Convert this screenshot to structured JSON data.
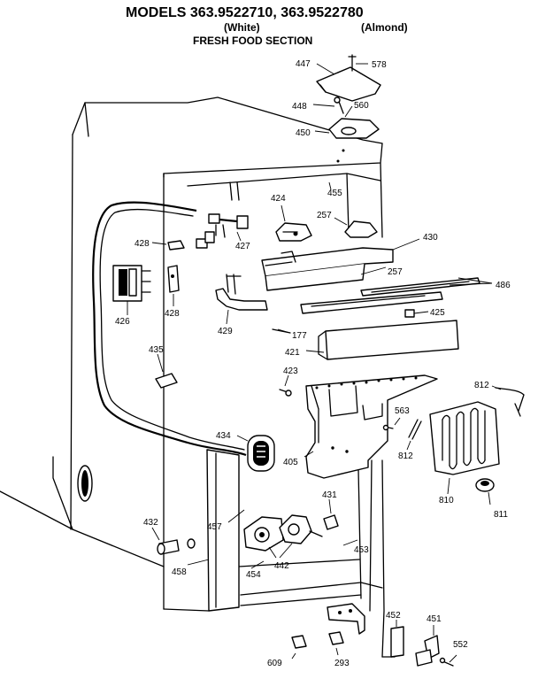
{
  "header": {
    "title": "MODELS 363.9522710, 363.9522780",
    "white": "(White)",
    "almond": "(Almond)",
    "section": "FRESH FOOD SECTION"
  },
  "parts": [
    {
      "id": "p578",
      "label": "578"
    },
    {
      "id": "p447",
      "label": "447"
    },
    {
      "id": "p448",
      "label": "448"
    },
    {
      "id": "p560",
      "label": "560"
    },
    {
      "id": "p450",
      "label": "450"
    },
    {
      "id": "p455",
      "label": "455"
    },
    {
      "id": "p424",
      "label": "424"
    },
    {
      "id": "p257a",
      "label": "257"
    },
    {
      "id": "p430",
      "label": "430"
    },
    {
      "id": "p428a",
      "label": "428"
    },
    {
      "id": "p427",
      "label": "427"
    },
    {
      "id": "p257b",
      "label": "257"
    },
    {
      "id": "p486",
      "label": "486"
    },
    {
      "id": "p426",
      "label": "426"
    },
    {
      "id": "p428b",
      "label": "428"
    },
    {
      "id": "p425",
      "label": "425"
    },
    {
      "id": "p429",
      "label": "429"
    },
    {
      "id": "p177",
      "label": "177"
    },
    {
      "id": "p421",
      "label": "421"
    },
    {
      "id": "p435",
      "label": "435"
    },
    {
      "id": "p423",
      "label": "423"
    },
    {
      "id": "p812a",
      "label": "812"
    },
    {
      "id": "p563",
      "label": "563"
    },
    {
      "id": "p434",
      "label": "434"
    },
    {
      "id": "p812b",
      "label": "812"
    },
    {
      "id": "p405",
      "label": "405"
    },
    {
      "id": "p810",
      "label": "810"
    },
    {
      "id": "p811",
      "label": "811"
    },
    {
      "id": "p431",
      "label": "431"
    },
    {
      "id": "p432",
      "label": "432"
    },
    {
      "id": "p457",
      "label": "457"
    },
    {
      "id": "p442",
      "label": "442"
    },
    {
      "id": "p453",
      "label": "453"
    },
    {
      "id": "p458",
      "label": "458"
    },
    {
      "id": "p454",
      "label": "454"
    },
    {
      "id": "p452",
      "label": "452"
    },
    {
      "id": "p451",
      "label": "451"
    },
    {
      "id": "p552",
      "label": "552"
    },
    {
      "id": "p609",
      "label": "609"
    },
    {
      "id": "p293",
      "label": "293"
    }
  ]
}
